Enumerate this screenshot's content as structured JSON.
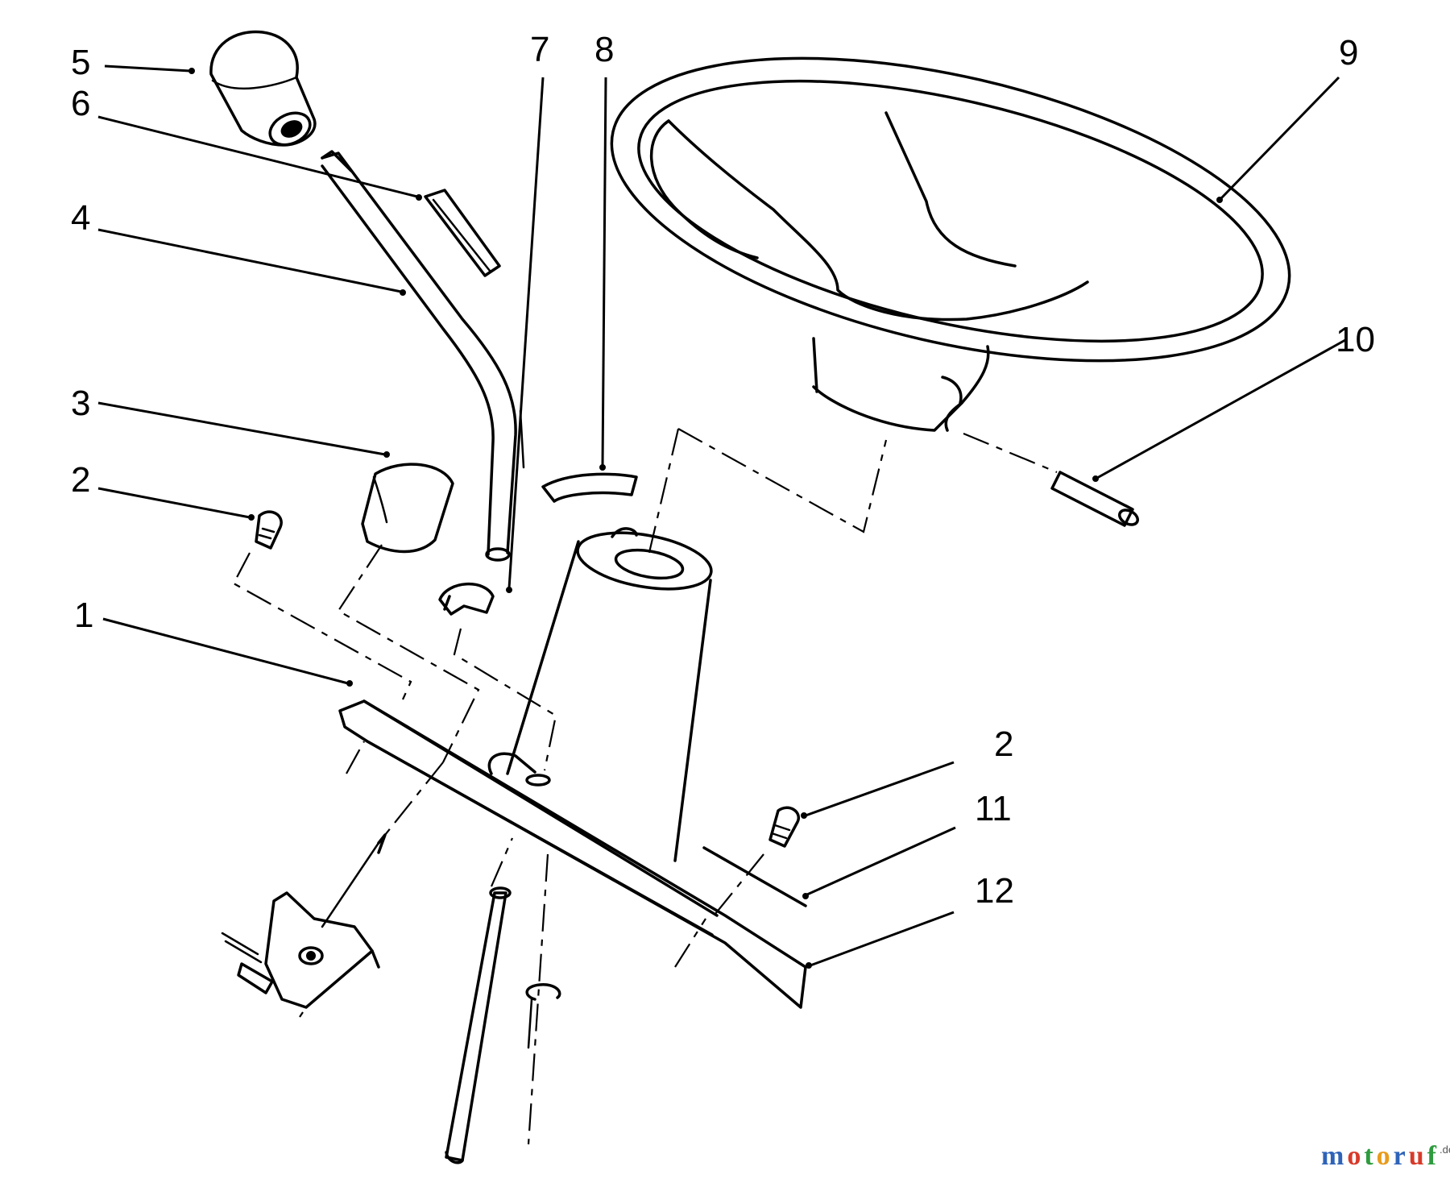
{
  "callouts": {
    "c1": "1",
    "c2a": "2",
    "c2b": "2",
    "c3": "3",
    "c4": "4",
    "c5": "5",
    "c6": "6",
    "c7": "7",
    "c8": "8",
    "c9": "9",
    "c10": "10",
    "c11": "11",
    "c12": "12"
  },
  "watermark": {
    "letters": [
      "m",
      "o",
      "t",
      "o",
      "r",
      "u",
      "f"
    ],
    "letter_colors": [
      "#2e63b8",
      "#d83a2a",
      "#2e9b3e",
      "#e89b1c",
      "#2e63b8",
      "#d83a2a",
      "#2e9b3e"
    ],
    "suffix": ".de"
  }
}
